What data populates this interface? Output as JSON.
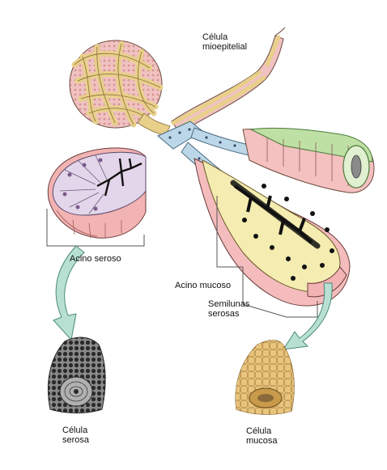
{
  "labels": {
    "myoepithelial": [
      "Célula",
      "mioepitelial"
    ],
    "serous_acinus": "Acino seroso",
    "mucous_acinus": "Acino mucoso",
    "serous_demilunes": [
      "Semilunas",
      "serosas"
    ],
    "serous_cell": [
      "Célula",
      "serosa"
    ],
    "mucous_cell": [
      "Célula",
      "mucosa"
    ]
  },
  "colors": {
    "myoepithelial_strands": "#e8d08a",
    "serous_lumen": "#e4d6ea",
    "serous_cells": "#f2b3b3",
    "duct_blue": "#bcd8e8",
    "duct_green": "#bfe0a4",
    "mucous_cells": "#f4ecb0",
    "demilune_pink": "#f4bcbc",
    "arrow_fill": "#b8e0d2",
    "cell_gray": "#8a8a8a",
    "cell_tan": "#d9b46a"
  }
}
